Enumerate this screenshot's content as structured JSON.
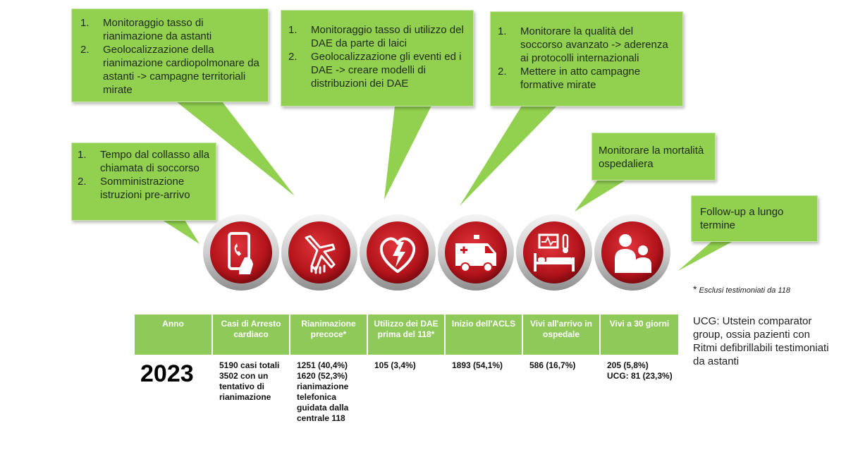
{
  "callouts": {
    "c1": {
      "items": [
        {
          "num": "1.",
          "text": "Monitoraggio tasso di rianimazione da astanti"
        },
        {
          "num": "2.",
          "text": "Geolocalizzazione della rianimazione cardiopolmonare da astanti -> campagne territoriali mirate"
        }
      ]
    },
    "c2": {
      "items": [
        {
          "num": "1.",
          "text": "Monitoraggio tasso di utilizzo del DAE da parte di laici"
        },
        {
          "num": "2.",
          "text": "Geolocalizzazione gli eventi ed i DAE -> creare modelli di distribuzioni dei DAE"
        }
      ]
    },
    "c3": {
      "items": [
        {
          "num": "1.",
          "text": "Monitorare la qualità del soccorso avanzato -> aderenza ai protocolli internazionali"
        },
        {
          "num": "2.",
          "text": "Mettere in atto campagne formative mirate"
        }
      ]
    },
    "c4": {
      "items": [
        {
          "num": "1.",
          "text": "Tempo dal collasso alla chiamata di soccorso"
        },
        {
          "num": "2.",
          "text": "Somministrazione istruzioni pre-arrivo"
        }
      ]
    },
    "c5": {
      "text": "Monitorare la mortalità ospedaliera"
    },
    "c6": {
      "text": "Follow-up a lungo termine"
    }
  },
  "icons": [
    "phone-call-icon",
    "cpr-hands-icon",
    "aed-heart-icon",
    "ambulance-icon",
    "hospital-bed-icon",
    "family-icon"
  ],
  "colors": {
    "callout_green": "#92d050",
    "header_green": "#8fc95a",
    "icon_red": "#c8161e"
  },
  "footnote": {
    "star": "*",
    "text": "Esclusi testimoniati da 118"
  },
  "ucg_note": "UCG: Utstein comparator group, ossia pazienti con Ritmi defibrillabili testimoniati da astanti",
  "table": {
    "headers": [
      "Anno",
      "Casi di Arresto cardiaco",
      "Rianimazione precoce*",
      "Utilizzo dei DAE prima del 118*",
      "Inizio dell'ACLS",
      "Vivi all'arrivo in ospedale",
      "Vivi a 30 giorni"
    ],
    "year": "2023",
    "cells": [
      [
        "5190 casi totali",
        "3502 con un tentativo di rianimazione"
      ],
      [
        "1251 (40,4%)",
        "1620 (52,3%) rianimazione telefonica guidata dalla centrale 118"
      ],
      [
        "105 (3,4%)"
      ],
      [
        "1893 (54,1%)"
      ],
      [
        "586 (16,7%)"
      ],
      [
        "205 (5,8%)",
        "UCG: 81 (23,3%)"
      ]
    ]
  }
}
